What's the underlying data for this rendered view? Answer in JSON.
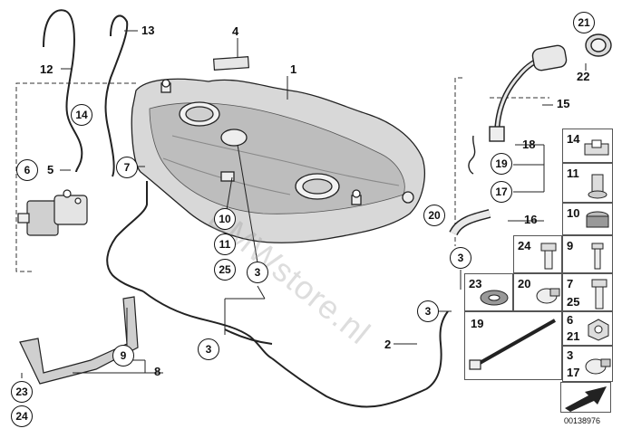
{
  "diagram": {
    "watermark": "BMWstore.nl",
    "doc_id": "00138976",
    "callouts": {
      "c1": "1",
      "c2": "2",
      "c4": "4",
      "c5": "5",
      "c8": "8",
      "c12": "12",
      "c13": "13",
      "c15": "15",
      "c16": "16",
      "c18": "18",
      "c22": "22"
    },
    "circled": {
      "c6": "6",
      "c7": "7",
      "c14": "14",
      "c10": "10",
      "c11": "11",
      "c25": "25",
      "c3a": "3",
      "c3b": "3",
      "c3c": "3",
      "c3d": "3",
      "c9": "9",
      "c23": "23",
      "c24": "24",
      "c21": "21",
      "c19": "19",
      "c17": "17",
      "c20": "20"
    },
    "parts_table": {
      "r14": "14",
      "r11": "11",
      "r10": "10",
      "r24": "24",
      "r9": "9",
      "r23": "23",
      "r20": "20",
      "r7": "7",
      "r25": "25",
      "r19": "19",
      "r6": "6",
      "r21": "21",
      "r3": "3",
      "r17": "17"
    }
  }
}
